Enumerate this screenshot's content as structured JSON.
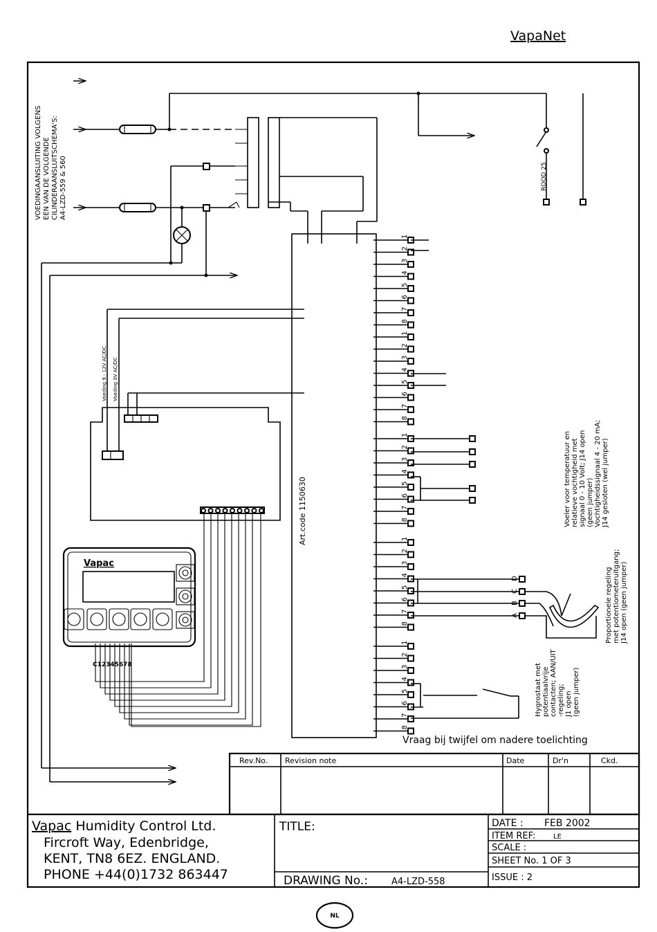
{
  "header": {
    "brand": "VapaNet"
  },
  "left_note": {
    "lines": [
      "VOEDINGAANSLUITING VOLGENS",
      "EEN VAN DE VOLGENDE",
      "CILINDERAANSLUITSCHEMA'S:",
      "A4-LZD-559 & 560"
    ]
  },
  "supply_labels": {
    "line1": "Voeding 9 - 12V AC/DC",
    "line2": "Voeding 0V AC/DC"
  },
  "switch_label": "ROOD  25",
  "art_code": "Art.code 1150630",
  "terminal_numbers": [
    "1",
    "2",
    "3",
    "4",
    "5",
    "6",
    "7",
    "8"
  ],
  "sensor_note": {
    "lines": [
      "Voeler voor temperatuur en",
      "relatieve vochtigheid met",
      "signaal 0 - 10 Volt; J14 open",
      "(geen jumper)",
      "Vochtigheidssignaal 4 - 20 mA;",
      "J14 gesloten (wel jumper)"
    ]
  },
  "potentiometer_note": {
    "lines": [
      "Proportionele regeling",
      "met potentiometeruitgang;",
      "J14 open (geen jumper)"
    ]
  },
  "hygrostat_note": {
    "lines": [
      "Hygrostaat met",
      "potentiaalvrije",
      "contacten; AAN/UIT",
      "-regeling;",
      "J1 open",
      "(geen jumper)"
    ]
  },
  "pot_letters": [
    "D",
    "C",
    "B",
    "A"
  ],
  "controller": {
    "brand": "Vapac",
    "terminal_label": "C12345678"
  },
  "footer_note": "Vraag bij twijfel om nadere toelichting",
  "revision_table": {
    "headers": [
      "Rev.No.",
      "Revision note",
      "Date",
      "Dr'n",
      "Ckd."
    ]
  },
  "company": {
    "name_brand": "Vapac",
    "name_rest": " Humidity Control Ltd.",
    "address1": "Fircroft Way, Edenbridge,",
    "address2": "KENT, TN8 6EZ. ENGLAND.",
    "phone": "PHONE +44(0)1732 863447"
  },
  "title_block": {
    "title_label": "TITLE:",
    "drawing_label": "DRAWING No.:",
    "drawing_no": "A4-LZD-558",
    "date_label": "DATE :",
    "date_value": "FEB 2002",
    "item_ref_label": "ITEM REF:",
    "item_ref_value": "LE",
    "scale_label": "SCALE :",
    "sheet": "SHEET No. 1 OF 3",
    "issue": "ISSUE : 2"
  },
  "lang_badge": "NL"
}
